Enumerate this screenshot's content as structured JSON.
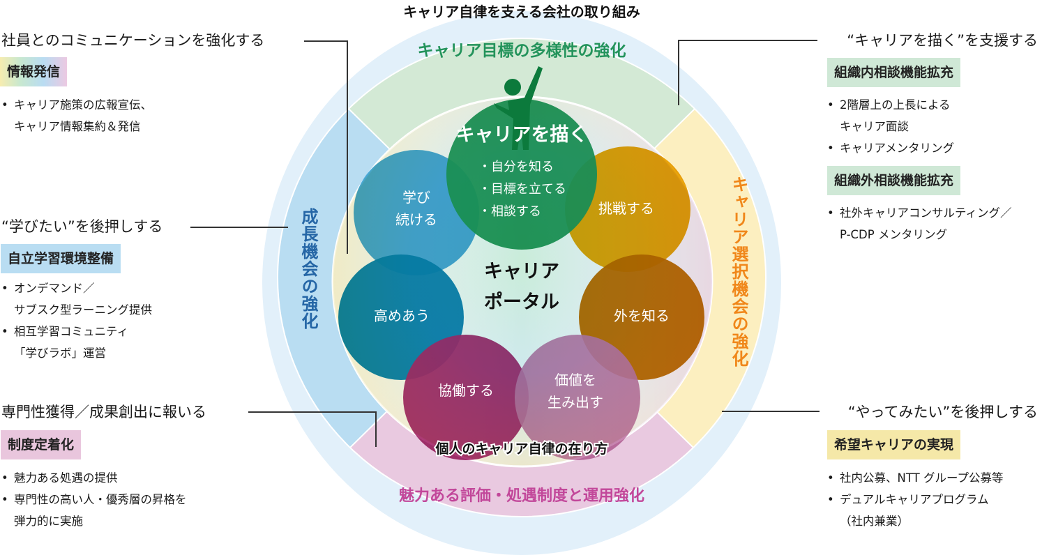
{
  "title": "キャリア自律を支える会社の取り組み",
  "ring": {
    "top": "キャリア目標の多様性の強化",
    "left": "成長機会の強化",
    "right": "キャリア選択機会の強化",
    "bottom": "魅力ある評価・処遇制度と運用強化"
  },
  "center": {
    "line1": "キャリア",
    "line2": "ポータル",
    "caption": "個人のキャリア自律の在り方"
  },
  "circles": {
    "draw": {
      "title": "キャリアを描く",
      "items": [
        "・自分を知る",
        "・目標を立てる",
        "・相談する"
      ]
    },
    "learn": {
      "line1": "学び",
      "line2": "続ける"
    },
    "challenge": {
      "label": "挑戦する"
    },
    "enhance": {
      "label": "高めあう"
    },
    "outside": {
      "label": "外を知る"
    },
    "collab": {
      "label": "協働する"
    },
    "value": {
      "line1": "価値を",
      "line2": "生み出す"
    }
  },
  "left": [
    {
      "heading": "社員とのコミュニケーションを強化する",
      "box": "情報発信",
      "bullets": [
        "キャリア施策の広報宣伝、",
        "キャリア情報集約＆発信"
      ]
    },
    {
      "heading": "“学びたい”を後押しする",
      "box": "自立学習環境整備",
      "bullets": [
        "オンデマンド／",
        "サブスク型ラーニング提供",
        "相互学習コミュニティ",
        "「学びラボ」運営"
      ]
    },
    {
      "heading": "専門性獲得／成果創出に報いる",
      "box": "制度定着化",
      "bullets": [
        "魅力ある処遇の提供",
        "専門性の高い人・優秀層の昇格を",
        "弾力的に実施"
      ]
    }
  ],
  "right": [
    {
      "heading": "“キャリアを描く”を支援する",
      "box": "組織内相談機能拡充",
      "bullets": [
        "2階層上の上長による",
        "キャリア面談",
        "キャリアメンタリング"
      ],
      "box2": "組織外相談機能拡充",
      "bullets2": [
        "社外キャリアコンサルティング／",
        "P-CDP メンタリング"
      ]
    },
    {
      "heading": "“やってみたい”を後押しする",
      "box": "希望キャリアの実現",
      "bullets": [
        "社内公募、NTT グループ公募等",
        "デュアルキャリアプログラム",
        "（社内兼業）"
      ]
    }
  ],
  "colors": {
    "outer": "#e2f0fa",
    "green_sector": "#d3e9d5",
    "blue_sector": "#b9ddf2",
    "yellow_sector": "#fcefc0",
    "pink_sector": "#e9c9e0",
    "green_text": "#23935b",
    "blue_text": "#2566a6",
    "orange_text": "#f0871a",
    "pink_text": "#c2479a"
  }
}
